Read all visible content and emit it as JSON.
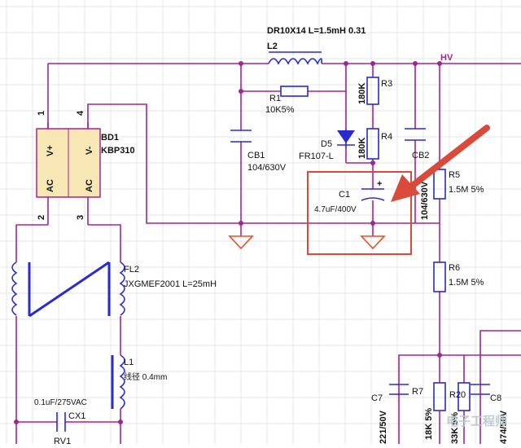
{
  "diagram": {
    "components": {
      "l2": {
        "part": "DR10X14 L=1.5mH 0.31",
        "ref": "L2"
      },
      "r1": {
        "ref": "R1",
        "value": "10K5%"
      },
      "r3": {
        "ref": "R3",
        "value": "180K"
      },
      "r4": {
        "ref": "R4",
        "value": "180K"
      },
      "d5": {
        "ref": "D5",
        "value": "FR107-L"
      },
      "cb1": {
        "ref": "CB1",
        "value": "104/630V"
      },
      "cb2": {
        "ref": "CB2",
        "value": "104/630V"
      },
      "c1": {
        "ref": "C1",
        "value": "4.7uF/400V",
        "polarity": "+"
      },
      "bd1": {
        "ref": "BD1",
        "part": "KBP310",
        "pin_vplus": "V+",
        "pin_vminus": "V-",
        "pin_ac1": "AC",
        "pin_ac2": "AC"
      },
      "r5": {
        "ref": "R5",
        "value": "1.5M 5%"
      },
      "r6": {
        "ref": "R6",
        "value": "1.5M 5%"
      },
      "fl2": {
        "ref": "FL2",
        "part": "JXGMEF2001 L=25mH"
      },
      "l1": {
        "ref": "L1",
        "value": "线径 0.4mm"
      },
      "cx1": {
        "ref": "CX1",
        "value": "0.1uF/275VAC"
      },
      "c7": {
        "ref": "C7",
        "value": "221/50V"
      },
      "r7": {
        "ref": "R7",
        "value": "18K 5%"
      },
      "r20": {
        "ref": "R20",
        "value": "33K 5%"
      },
      "c8": {
        "ref": "C8",
        "value": "474/50V"
      },
      "rv1": {
        "ref": "RV1"
      }
    },
    "net_labels": {
      "hv": "HV"
    },
    "pin_numbers": {
      "p1": "1",
      "p2": "2",
      "p3": "3",
      "p4": "4"
    },
    "watermark": "电子工程师",
    "colors": {
      "wire": "#a0268f",
      "component": "#2a2ad0",
      "ground": "#e0502a",
      "highlight_box": "#d94a3a",
      "arrow": "#d94a3a",
      "bridge_fill": "#f7e7b4"
    }
  }
}
